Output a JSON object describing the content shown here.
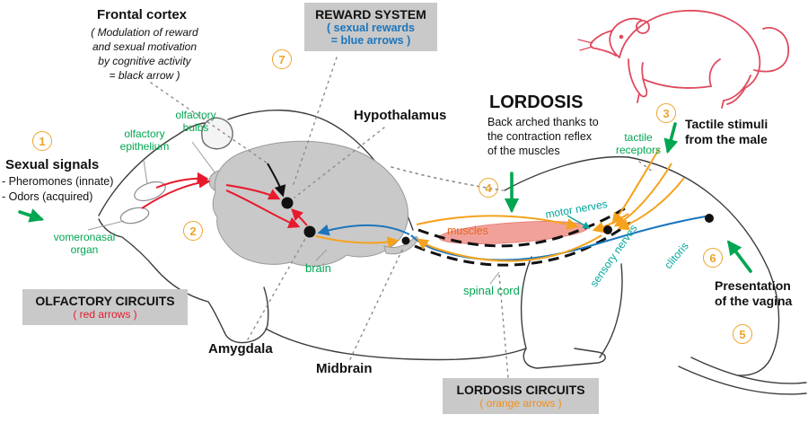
{
  "colors": {
    "green": "#00a651",
    "teal": "#00a79d",
    "orange_arrow": "#f6a21d",
    "orange_number": "#eda32b",
    "red": "#e8192c",
    "blue": "#1b75bc",
    "black": "#111111",
    "box_bg": "#c9c9c9",
    "brain_gray": "#c9c9c9",
    "muscle_pink": "#f2a19a",
    "male_rat_red": "#e04a5e"
  },
  "steps": {
    "n1": "1",
    "n2": "2",
    "n3": "3",
    "n4": "4",
    "n5": "5",
    "n6": "6",
    "n7": "7"
  },
  "frontal": {
    "title": "Frontal cortex",
    "note": [
      "( Modulation of reward",
      "and sexual motivation",
      "by cognitive activity",
      "= black arrow )"
    ]
  },
  "reward_box": {
    "title": "REWARD SYSTEM",
    "sub": [
      "( sexual rewards",
      "= blue arrows )"
    ]
  },
  "hypothalamus": "Hypothalamus",
  "lordosis": {
    "title": "LORDOSIS",
    "desc": [
      "Back arched thanks to",
      "the contraction reflex",
      "of the muscles"
    ]
  },
  "tactile": {
    "stimuli": [
      "Tactile stimuli",
      "from the male"
    ],
    "receptors": [
      "tactile",
      "receptors"
    ]
  },
  "signals": {
    "title": "Sexual signals",
    "items": [
      "- Pheromones (innate)",
      "- Odors (acquired)"
    ]
  },
  "olfactory": {
    "epithelium": [
      "olfactory",
      "epithelium"
    ],
    "bulbs": [
      "olfactory",
      "bulbs"
    ],
    "vomeronasal": [
      "vomeronasal",
      "organ"
    ],
    "box_title": "OLFACTORY CIRCUITS",
    "box_sub": "( red arrows )"
  },
  "brain_label": "brain",
  "muscles_label": "muscles",
  "nerves": {
    "motor": "motor nerves",
    "sensory": "sensory nerves",
    "clitoris": "clitoris",
    "spinal_cord": "spinal cord"
  },
  "presentation": [
    "Presentation",
    "of the vagina"
  ],
  "amygdala": "Amygdala",
  "midbrain": "Midbrain",
  "lordosis_box": {
    "title": "LORDOSIS CIRCUITS",
    "sub": "( orange arrows )"
  }
}
